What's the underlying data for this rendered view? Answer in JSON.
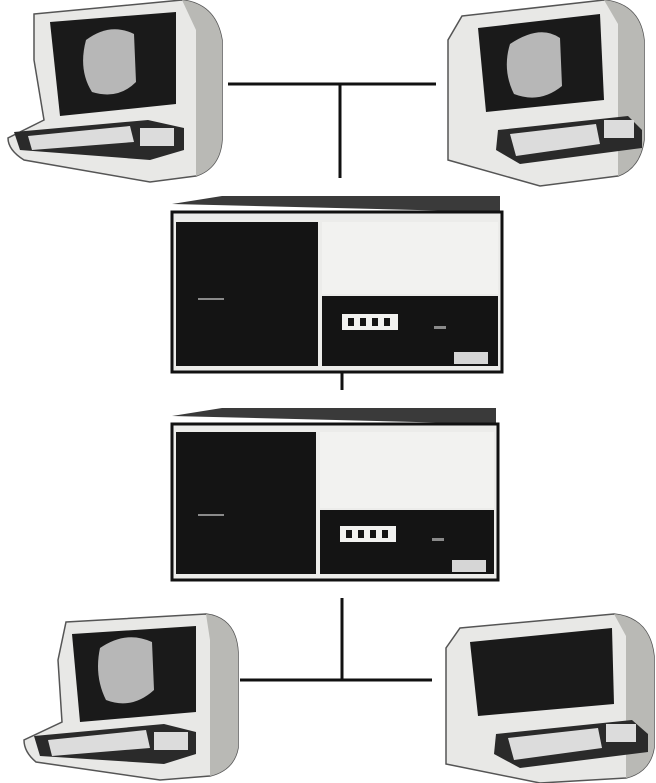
{
  "figure": {
    "kind": "photograph",
    "subject": "network-of-terminals-and-disk-units",
    "components": {
      "terminals": [
        "terminal-top-left",
        "terminal-top-right",
        "terminal-bottom-left",
        "terminal-bottom-right"
      ],
      "cabinets": [
        "disk-cabinet-upper",
        "disk-cabinet-lower"
      ],
      "connections": [
        "bus-top",
        "bus-upper-link",
        "bus-middle-link",
        "bus-bottom"
      ]
    }
  },
  "colors": {
    "background": "#ffffff",
    "casing": "#e8e8e6",
    "casing_shadow": "#b9b9b5",
    "screen": "#1a1a1a",
    "glare": "#c9c9c9",
    "cabinet_dark": "#141414",
    "cabinet_light": "#ececea",
    "wire": "#111111"
  }
}
